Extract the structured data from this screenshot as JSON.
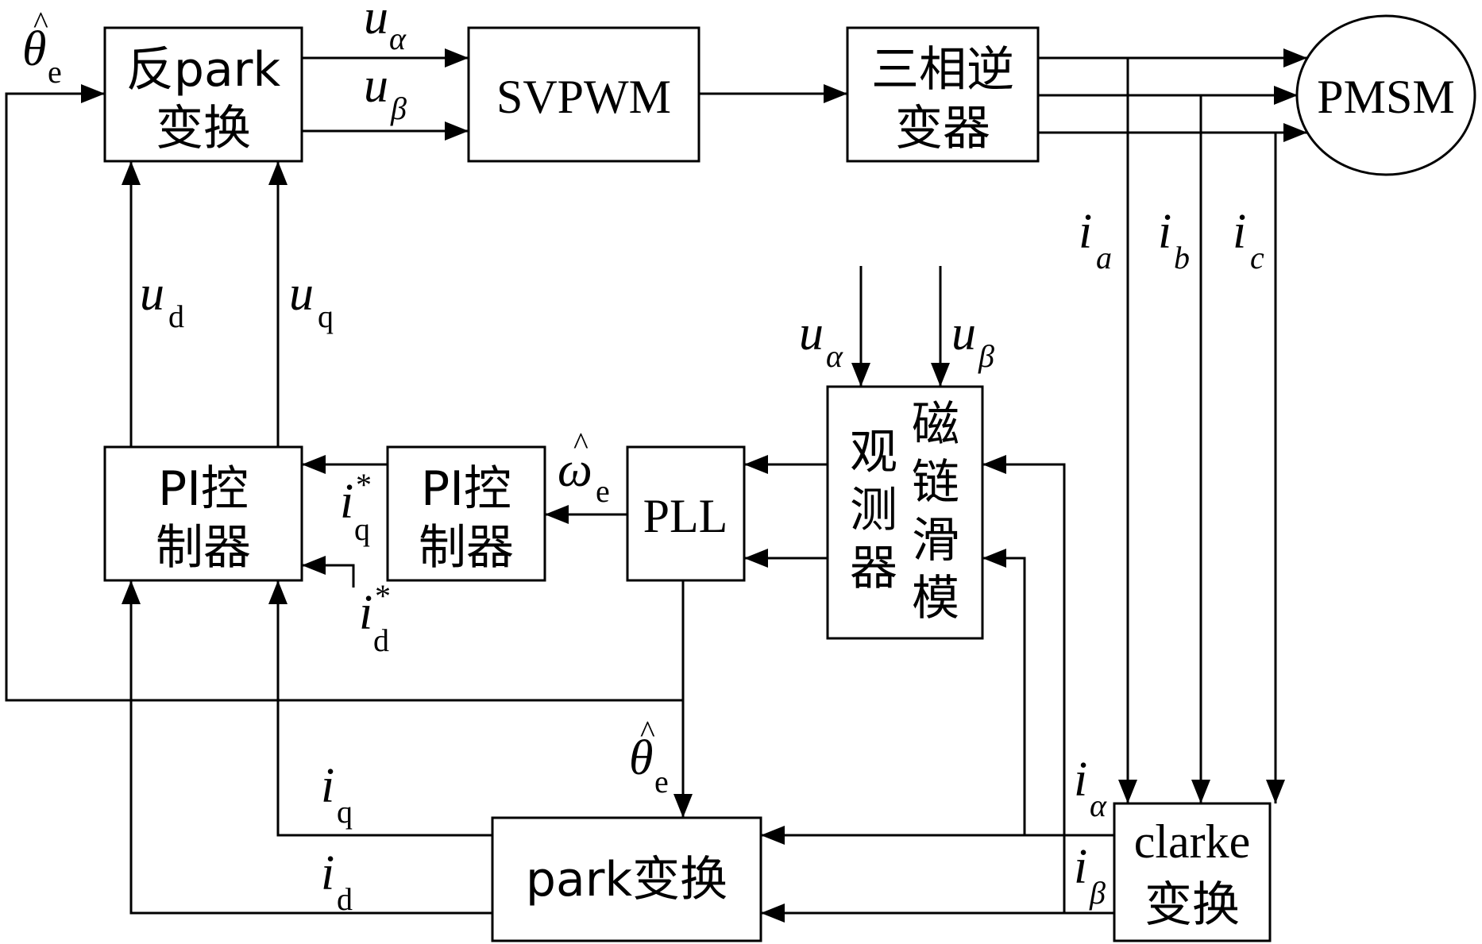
{
  "blocks": {
    "inv_park": [
      "反park",
      "变换"
    ],
    "svpwm": "SVPWM",
    "inverter": [
      "三相逆",
      "变器"
    ],
    "pmsm": "PMSM",
    "pi_current": [
      "PI控",
      "制器"
    ],
    "pi_speed": [
      "PI控",
      "制器"
    ],
    "pll": "PLL",
    "smo": [
      "磁",
      "链",
      "滑",
      "模",
      "观",
      "测",
      "器"
    ],
    "park": "park变换",
    "clarke": [
      "clarke",
      "变换"
    ]
  },
  "signals": {
    "theta_hat": "θ",
    "hat": "^",
    "omega_hat": "ω",
    "sub_e": "e",
    "u": "u",
    "i": "i",
    "star": "*",
    "sub_alpha": "α",
    "sub_beta": "β",
    "sub_d": "d",
    "sub_q": "q",
    "sub_a": "a",
    "sub_b": "b",
    "sub_c": "c"
  }
}
